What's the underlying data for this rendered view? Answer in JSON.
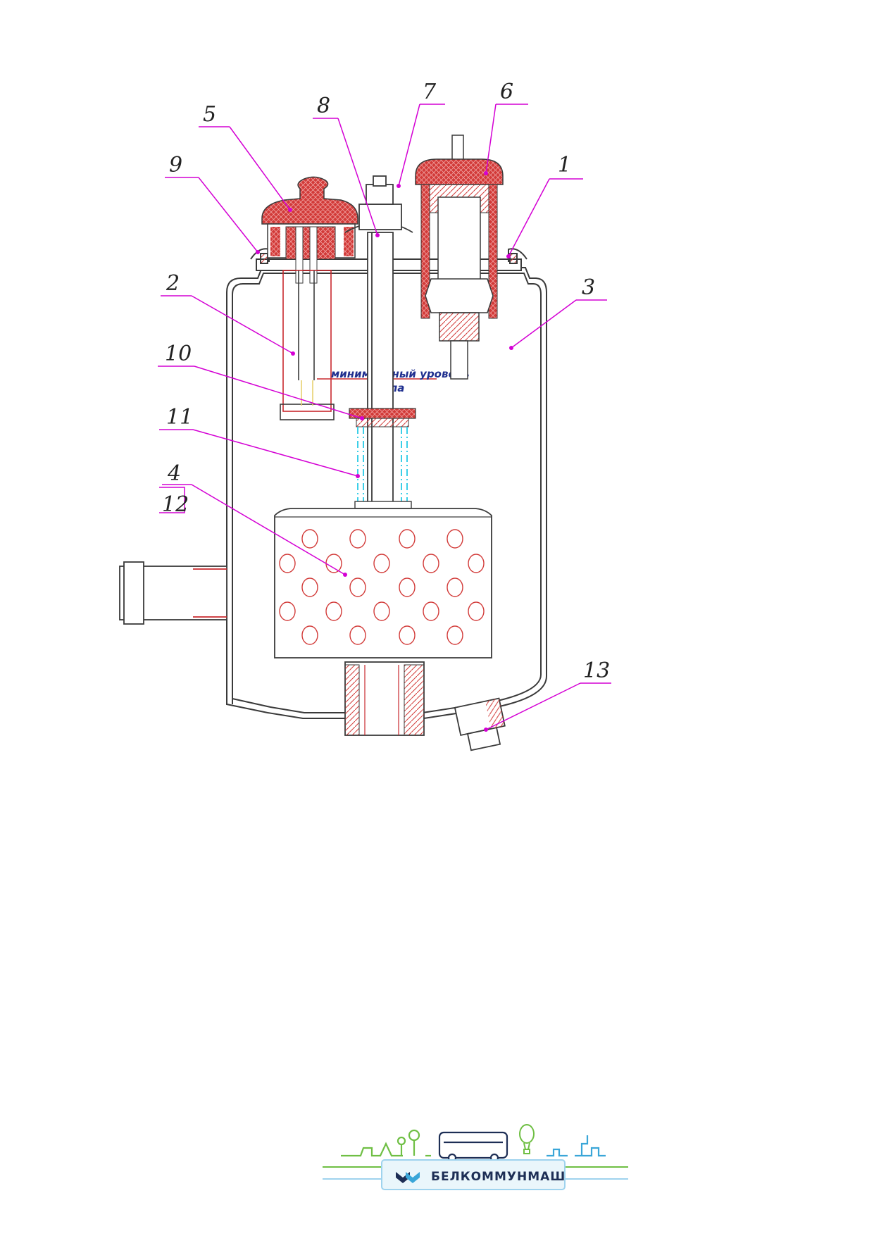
{
  "diagram": {
    "labels": [
      "1",
      "2",
      "3",
      "4",
      "5",
      "6",
      "7",
      "8",
      "9",
      "10",
      "11",
      "12",
      "13"
    ],
    "note_line1": "минимальный уровень",
    "note_line2": "масла",
    "colors": {
      "section_fill": "#c8282d",
      "outline": "#3a3a3a",
      "leader": "#d400d4",
      "hidden": "#3ccfe8",
      "note": "#1f2f8f"
    }
  },
  "logo": {
    "brand": "БЕЛКОММУНМАШ",
    "colors": {
      "primary": "#1d2e55",
      "accent": "#6fbf44",
      "line": "#9fd3ee"
    }
  }
}
